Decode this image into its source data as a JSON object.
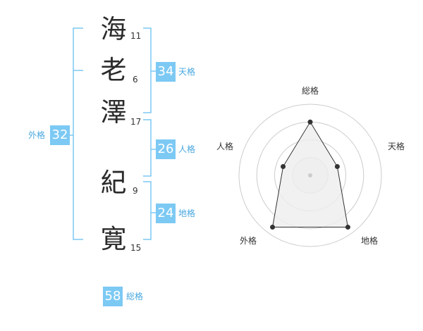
{
  "name": [
    {
      "char": "海",
      "strokes": "11"
    },
    {
      "char": "老",
      "strokes": "6"
    },
    {
      "char": "澤",
      "strokes": "17"
    },
    {
      "char": "紀",
      "strokes": "9"
    },
    {
      "char": "寛",
      "strokes": "15"
    }
  ],
  "kaku": {
    "tenkaku": {
      "value": "34",
      "label": "天格"
    },
    "jinkaku": {
      "value": "26",
      "label": "人格"
    },
    "chikaku": {
      "value": "24",
      "label": "地格"
    },
    "gaikaku": {
      "value": "32",
      "label": "外格"
    },
    "soukaku": {
      "value": "58",
      "label": "総格"
    }
  },
  "chart_data": {
    "type": "radar",
    "axes": [
      "総格",
      "天格",
      "地格",
      "外格",
      "人格"
    ],
    "values": [
      0.75,
      0.4,
      0.9,
      0.9,
      0.4
    ],
    "colors": {
      "fill": "#eeeeee",
      "line": "#333333",
      "grid": "#cccccc",
      "bracket": "#7cc9f4"
    }
  }
}
